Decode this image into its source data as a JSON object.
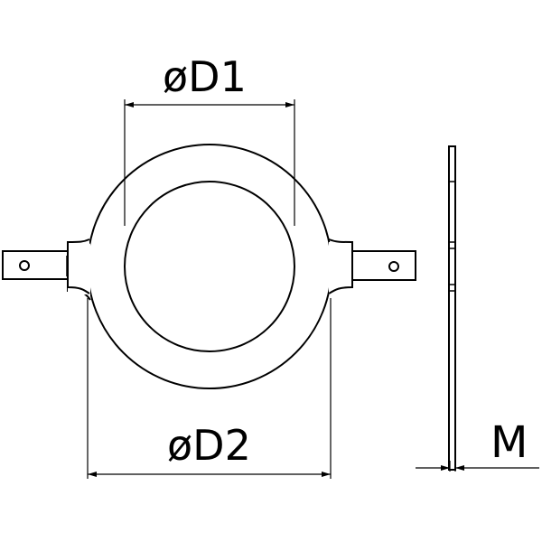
{
  "drawing": {
    "type": "technical-drawing",
    "subject": "ring with two flat tabs",
    "views": [
      "front",
      "side"
    ],
    "line_color": "#000000",
    "background": "#ffffff"
  },
  "dimensions": {
    "inner_diameter": {
      "label": "øD1"
    },
    "outer_diameter": {
      "label": "øD2"
    },
    "thickness": {
      "label": "M"
    }
  }
}
